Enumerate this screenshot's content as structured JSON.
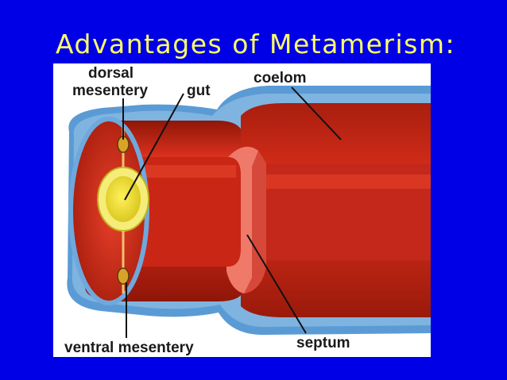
{
  "slide": {
    "title": "Advantages of Metamerism:"
  },
  "diagram": {
    "labels": {
      "dorsal_1": "dorsal",
      "dorsal_2": "mesentery",
      "gut": "gut",
      "coelom": "coelom",
      "ventral": "ventral mesentery",
      "septum": "septum"
    },
    "colors": {
      "background": "#0000e6",
      "title": "#ffff66",
      "body_wall_outer": "#5b9bd5",
      "coelom": "#d62a1a",
      "septum": "#ef7a6a",
      "gut": "#f2ef4a"
    }
  }
}
